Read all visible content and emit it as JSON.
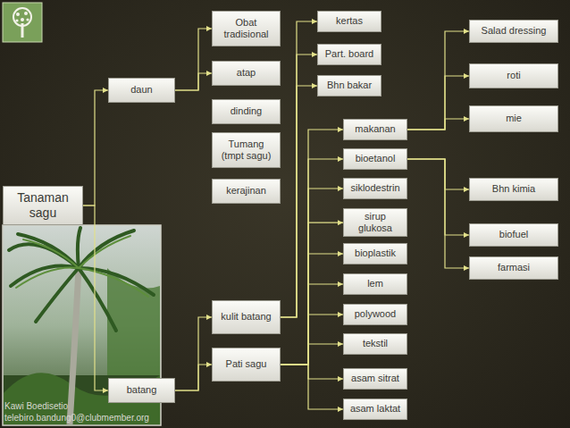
{
  "diagram": {
    "nodes": [
      {
        "text": [
          "Tanaman sagu"
        ]
      },
      {
        "text": [
          "daun"
        ]
      },
      {
        "text": [
          "batang"
        ]
      },
      {
        "text": [
          "Obat tradisional"
        ]
      },
      {
        "text": [
          "atap"
        ]
      },
      {
        "text": [
          "dinding"
        ]
      },
      {
        "text": [
          "Tumang (tmpt sagu)"
        ]
      },
      {
        "text": [
          "kerajinan"
        ]
      },
      {
        "text": [
          "kulit batang"
        ]
      },
      {
        "text": [
          "Pati sagu"
        ]
      },
      {
        "text": [
          "kertas"
        ]
      },
      {
        "text": [
          "Part. board"
        ]
      },
      {
        "text": [
          "Bhn bakar"
        ]
      },
      {
        "text": [
          "makanan"
        ]
      },
      {
        "text": [
          "bioetanol"
        ]
      },
      {
        "text": [
          "siklodestrin"
        ]
      },
      {
        "text": [
          "sirup glukosa"
        ]
      },
      {
        "text": [
          "bioplastik"
        ]
      },
      {
        "text": [
          "lem"
        ]
      },
      {
        "text": [
          "polywood"
        ]
      },
      {
        "text": [
          "tekstil"
        ]
      },
      {
        "text": [
          "asam sitrat"
        ]
      },
      {
        "text": [
          "asam laktat"
        ]
      },
      {
        "text": [
          "Salad dressing"
        ]
      },
      {
        "text": [
          "roti"
        ]
      },
      {
        "text": [
          "mie"
        ]
      },
      {
        "text": [
          "Bhn kimia"
        ]
      },
      {
        "text": [
          "biofuel"
        ]
      },
      {
        "text": [
          "farmasi"
        ]
      }
    ],
    "edges": [
      {
        "from": 0,
        "to": 1,
        "arrow": "to"
      },
      {
        "from": 0,
        "to": 2,
        "arrow": "to"
      },
      {
        "from": 1,
        "to": 3,
        "arrow": "to"
      },
      {
        "from": 1,
        "to": 4,
        "arrow": "to"
      },
      {
        "from": 2,
        "to": 8,
        "arrow": "to"
      },
      {
        "from": 2,
        "to": 9,
        "arrow": "to"
      },
      {
        "from": 8,
        "to": 10,
        "arrow": "to"
      },
      {
        "from": 8,
        "to": 11,
        "arrow": "to"
      },
      {
        "from": 8,
        "to": 12,
        "arrow": "to"
      },
      {
        "from": 9,
        "to": 13,
        "arrow": "to"
      },
      {
        "from": 9,
        "to": 14,
        "arrow": "to"
      },
      {
        "from": 9,
        "to": 15,
        "arrow": "to"
      },
      {
        "from": 9,
        "to": 16,
        "arrow": "to"
      },
      {
        "from": 9,
        "to": 17,
        "arrow": "to"
      },
      {
        "from": 9,
        "to": 18,
        "arrow": "to"
      },
      {
        "from": 9,
        "to": 19,
        "arrow": "to"
      },
      {
        "from": 9,
        "to": 20,
        "arrow": "to"
      },
      {
        "from": 9,
        "to": 21,
        "arrow": "to"
      },
      {
        "from": 9,
        "to": 22,
        "arrow": "to"
      },
      {
        "from": 13,
        "to": 23,
        "arrow": "to"
      },
      {
        "from": 13,
        "to": 24,
        "arrow": "to"
      },
      {
        "from": 13,
        "to": 25,
        "arrow": "to"
      },
      {
        "from": 14,
        "to": 26,
        "arrow": "to"
      },
      {
        "from": 14,
        "to": 27,
        "arrow": "to"
      },
      {
        "from": 14,
        "to": 28,
        "arrow": "to"
      }
    ],
    "labels": [
      "Kawi Boedisetio",
      "telebiro.bandung0@clubmember.org"
    ]
  }
}
